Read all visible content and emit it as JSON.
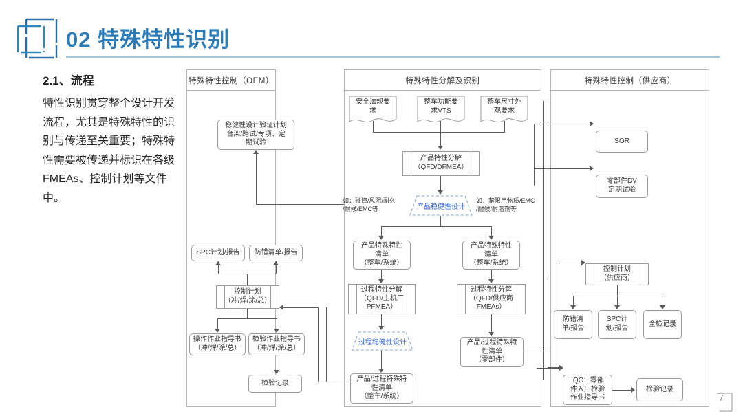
{
  "header": {
    "section_number": "02",
    "title": "02 特殊特性识别",
    "logo_icon": "nested-squares-logo",
    "accent_color": "#2b7bb9",
    "rule_color": "#9dc6e0"
  },
  "copy": {
    "heading": "2.1、流程",
    "body": "特性识别贯穿整个设计开发流程，尤其是特殊特性的识别与传递至关重要；特殊特性需要被传递并标识在各级FMEAs、控制计划等文件中。"
  },
  "panels": {
    "left": {
      "title": "特殊特性控制（OEM）"
    },
    "middle": {
      "title": "特殊特性分解及识别"
    },
    "right": {
      "title": "特殊特性控制（供应商）"
    }
  },
  "nodes": {
    "left": {
      "robust_verify": "稳健性设计验证计划\n台架/路试/专项、定\n期试验",
      "spc_plan": "SPC计划/报告",
      "mistake_proof": "防错清单/报告",
      "control_plan": "控制计划\n（冲/焊/涂/总）",
      "operation_wi": "操作作业指导书\n（冲/焊/涂/总）",
      "inspection_wi": "检验作业指导书\n（冲/焊/涂/总）",
      "inspection_record": "检验记录"
    },
    "middle": {
      "safety_req": "安全法规要\n求",
      "vehicle_fn_req": "整车功能要\n求VTS",
      "vehicle_dim_req": "整车尺寸外\n观要求",
      "product_decomp": "产品特性分解\n（QFD/DFMEA）",
      "product_robust": "产品稳健性设计",
      "anno_left": "如：碰撞/风阻/耐久\n/耐候/EMC等",
      "anno_right": "如：禁限用物质/EMC\n/耐候/耐溶剂等",
      "sc_list_left": "产品特殊特性\n清单\n（整车/系统）",
      "sc_list_right": "产品特殊特性\n清单\n（整车/系统）",
      "proc_decomp_left": "过程特性分解\n（QFD/主机厂\nPFMEA）",
      "proc_decomp_right": "过程特性分解\n（QFD/供应商\nFMEAs）",
      "process_robust": "过程稳健性设计",
      "pp_sc_list_left": "产品/过程特殊特\n性清单\n（整车/系统）",
      "pp_sc_list_right": "产品/过程特殊特\n性清单\n（零部件）"
    },
    "right": {
      "sor": "SOR",
      "part_dv": "零部件DV\n定期试验",
      "control_plan": "控制计划\n（供应商）",
      "mistake_proof": "防错清\n单/报告",
      "spc_plan": "SPC计\n划/报告",
      "full_inspection": "全检记录",
      "iqc_wi": "IQC：零部\n件入厂检验\n作业指导书",
      "inspection_record": "检验记录"
    }
  },
  "footer": {
    "page_number": "7"
  }
}
